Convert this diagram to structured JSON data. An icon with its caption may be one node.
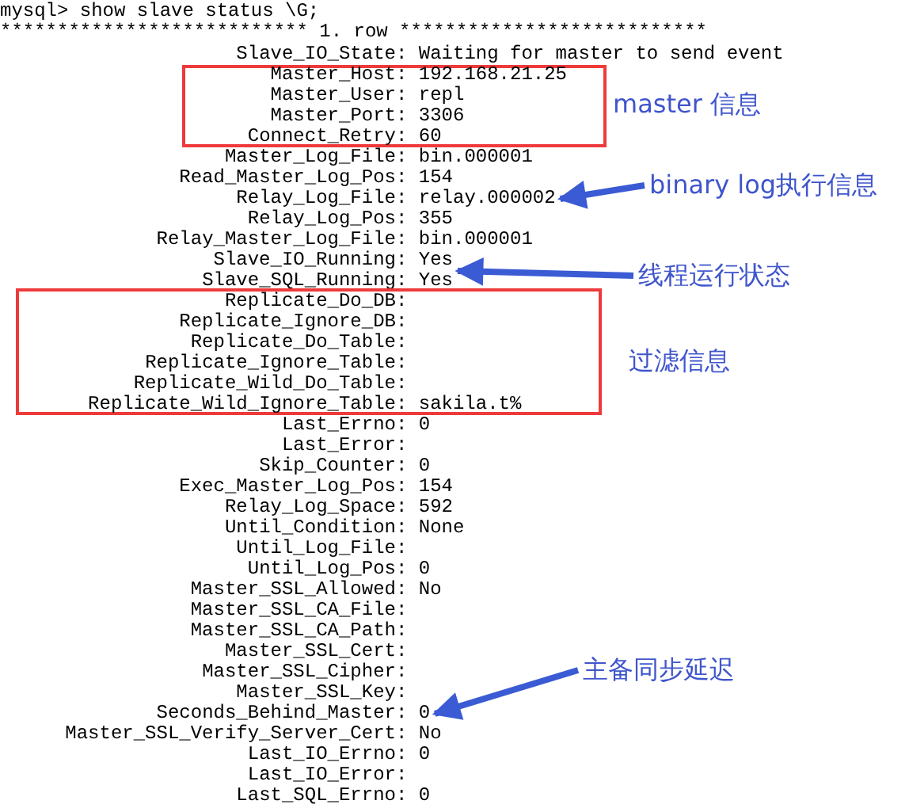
{
  "diagram": {
    "nodes": [
      {
        "text": [
          "Master_Host: 192.168.21.25",
          "Master_User: repl",
          "Master_Port: 3306",
          "Connect_Retry: 60"
        ],
        "beside": [
          "master 信息"
        ]
      },
      {
        "text": [
          "binary log执行信息"
        ]
      },
      {
        "text": [
          "Relay_Log_File: relay.000002"
        ]
      },
      {
        "text": [
          "线程运行状态"
        ]
      },
      {
        "text": [
          "Slave_IO_Running: Yes",
          "Slave_SQL_Running: Yes"
        ]
      },
      {
        "text": [
          "Replicate_Do_DB:",
          "Replicate_Ignore_DB:",
          "Replicate_Do_Table:",
          "Replicate_Ignore_Table:",
          "Replicate_Wild_Do_Table:",
          "Replicate_Wild_Ignore_Table: sakila.t%"
        ],
        "beside": [
          "过滤信息"
        ]
      },
      {
        "text": [
          "主备同步延迟"
        ]
      },
      {
        "text": [
          "Seconds_Behind_Master: 0"
        ]
      }
    ],
    "edges": [
      {
        "from": 1,
        "to": 2,
        "arrow": "to"
      },
      {
        "from": 3,
        "to": 4,
        "arrow": "to"
      },
      {
        "from": 6,
        "to": 7,
        "arrow": "to"
      }
    ],
    "labels": [
      "mysql> show slave status \\G;",
      "*************************** 1. row ***************************",
      "Slave_IO_State: Waiting for master to send event",
      "Master_Log_File: bin.000001",
      "Read_Master_Log_Pos: 154",
      "Relay_Log_Pos: 355",
      "Relay_Master_Log_File: bin.000001",
      "Last_Errno: 0",
      "Last_Error:",
      "Skip_Counter: 0",
      "Exec_Master_Log_Pos: 154",
      "Relay_Log_Space: 592",
      "Until_Condition: None",
      "Until_Log_File:",
      "Until_Log_Pos: 0",
      "Master_SSL_Allowed: No",
      "Master_SSL_CA_File:",
      "Master_SSL_CA_Path:",
      "Master_SSL_Cert:",
      "Master_SSL_Cipher:",
      "Master_SSL_Key:",
      "Master_SSL_Verify_Server_Cert: No",
      "Last_IO_Errno: 0",
      "Last_IO_Error:",
      "Last_SQL_Errno: 0"
    ]
  }
}
